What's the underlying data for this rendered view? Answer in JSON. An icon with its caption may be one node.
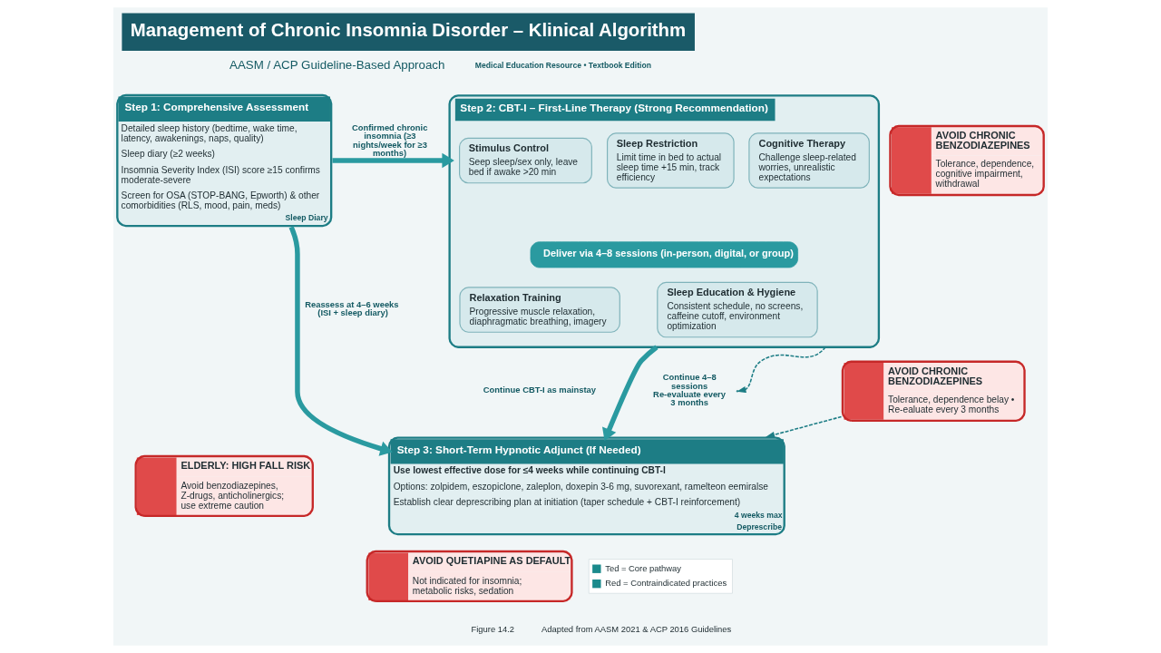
{
  "diagram": {
    "title": "Management of Chronic Insomnia Disorder – Klinical Algorithm",
    "nodes": [
      {
        "text": [
          "Step 1: Comprehensive Assessment",
          "Detailed sleep history (bedtime, wake time, latency, awakenings, naps, quality)",
          "Sleep diary (≥2 weeks)",
          "Insomnia Severity Index (ISI) score ≥15 confirms moderate-severe",
          "Screen for OSA (STOP-BANG, Epworth) & other comorbidities (RLS, mood, pain, meds)",
          "Sleep Diary"
        ]
      },
      {
        "text": [
          "Step 2: CBT-I – First-Line Therapy (Strong Recommendation)"
        ]
      },
      {
        "text": [
          "Stimulus Control",
          "Seep sleep/sex only, leave bed if awake >20 min"
        ],
        "in": 1
      },
      {
        "text": [
          "Sleep Restriction",
          "Limit time in bed to actual sleep time +15 min, track efficiency"
        ],
        "in": 1
      },
      {
        "text": [
          "Cognitive Therapy",
          "Challenge sleep-related worries, unrealistic expectations"
        ],
        "in": 1
      },
      {
        "text": [
          "Deliver via 4–8 sessions (in-person, digital, or group)"
        ],
        "in": 1
      },
      {
        "text": [
          "Relaxation Training",
          "Progressive muscle relaxation, diaphragmatic breathing, imagery"
        ],
        "in": 1
      },
      {
        "text": [
          "Sleep Education & Hygiene",
          "Consistent schedule, no screens, caffeine cutoff, environment optimization"
        ],
        "in": 1
      },
      {
        "text": [
          "Step 3: Short-Term Hypnotic Adjunct (If Needed)",
          "Use lowest effective dose for ≤4 weeks while continuing CBT-I",
          "Options: zolpidem, eszopiclone, zaleplon, doxepin 3-6 mg, suvorexant, ramelteon eemiralse",
          "Establish clear deprescribing plan at initiation (taper schedule + CBT-I reinforcement)",
          "4 weeks max",
          "Deprescribe"
        ]
      },
      {
        "text": [
          "AVOID CHRONIC BENZODIAZEPINES",
          "Tolerance, dependence, cognitive impairment, withdrawal"
        ]
      },
      {
        "text": [
          "AVOID CHRONIC BENZODIAZEPINES",
          "Tolerance, dependence belay • Re-ealuate every 3 months"
        ]
      },
      {
        "text": [
          "ELDERLY: HIGH FALL RISK",
          "Avoid benzodiazepines, Z-drugs, anticholinergics; use extreme caution"
        ]
      },
      {
        "text": [
          "AVOID QUETIAPINE AS DEFAULT",
          "Not indicated for insomnia; metabolic risks, sedation"
        ]
      }
    ],
    "edges": [
      {
        "from": 0,
        "to": 1,
        "arrow": "to",
        "label": "Confirmed chronic insomnia (≥3 nights/week for ≥3 months)"
      },
      {
        "from": 0,
        "to": 8,
        "arrow": "to",
        "label": "Reassess at 4–6 weeks (ISI + sleep diary)"
      },
      {
        "from": 1,
        "to": 8,
        "arrow": "to",
        "label": "Continue 4–8 sessions Re-evaluate every 3 months"
      },
      {
        "from": 1,
        "to": null,
        "arrow": "to",
        "style": "dashed"
      },
      {
        "from": 10,
        "to": 8,
        "arrow": "to",
        "style": "dashed"
      }
    ],
    "labels": [
      "AASM / ACP Guideline-Based Approach",
      "Medical Education Resource • Textbook Edition",
      "Continue CBT-I as mainstay",
      "Figure 14.2",
      "Adapted from AASM 2021 & ACP 2016 Guidelines"
    ],
    "legend": [
      {
        "text": "Ted = Core pathway",
        "color": "#1b8a8c"
      },
      {
        "text": "Red = Contraindicated practices",
        "color": "#1b8a8c"
      }
    ]
  }
}
